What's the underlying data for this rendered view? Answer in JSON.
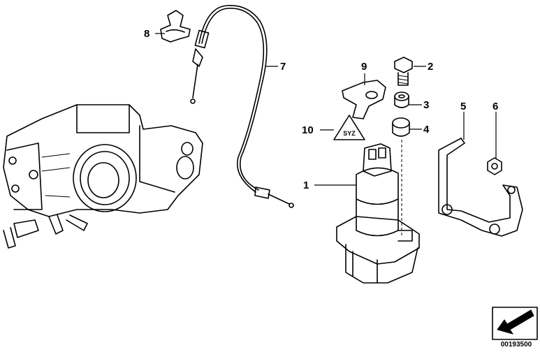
{
  "callouts": [
    {
      "id": "1",
      "label": "1"
    },
    {
      "id": "2",
      "label": "2"
    },
    {
      "id": "3",
      "label": "3"
    },
    {
      "id": "4",
      "label": "4"
    },
    {
      "id": "5",
      "label": "5"
    },
    {
      "id": "6",
      "label": "6"
    },
    {
      "id": "7",
      "label": "7"
    },
    {
      "id": "8",
      "label": "8"
    },
    {
      "id": "9",
      "label": "9"
    },
    {
      "id": "10",
      "label": "10"
    }
  ],
  "warning_label": "SYZ",
  "diagram_number": "00193500",
  "colors": {
    "line": "#000000",
    "background": "#ffffff"
  },
  "icons": {
    "direction": "arrow-box-icon"
  }
}
